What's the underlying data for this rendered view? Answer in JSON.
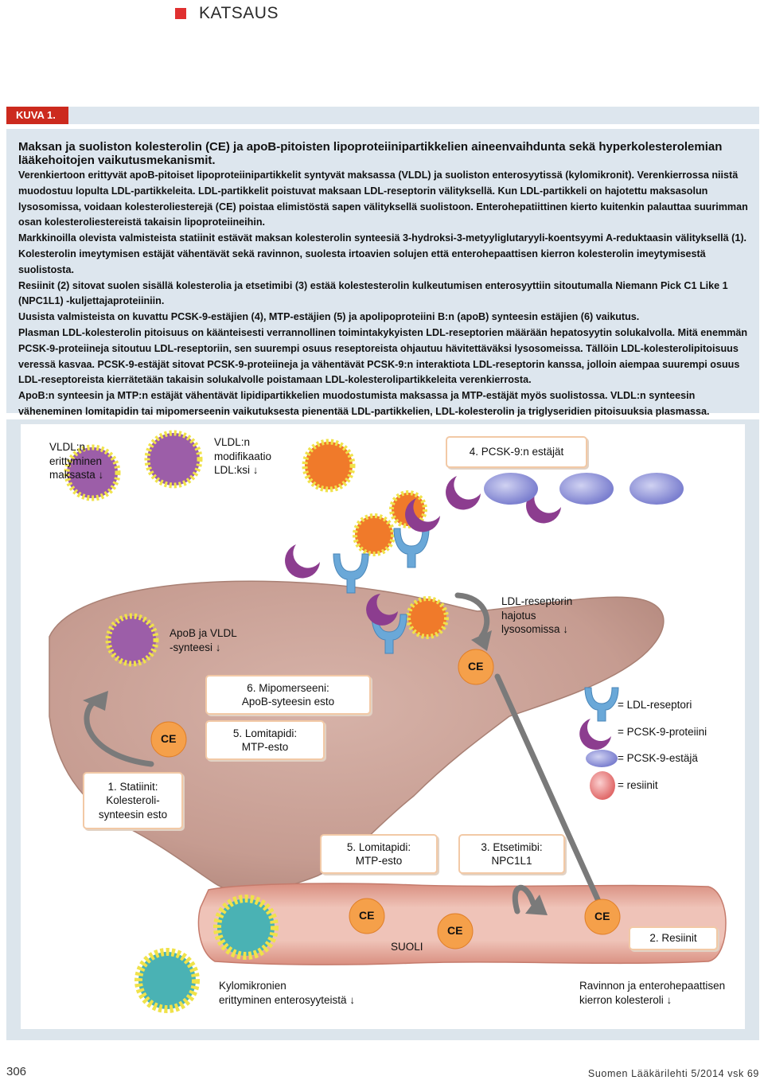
{
  "section": {
    "label": "KATSAUS",
    "color": "#e03030"
  },
  "figure": {
    "tag": "KUVA 1."
  },
  "caption": {
    "title": "Maksan ja suoliston kolesterolin (CE) ja apoB-pitoisten lipoproteiinipartikkelien aineenvaihdunta sekä hyperkolesterolemian lääkehoitojen vaikutusmekanismit.",
    "paragraphs": [
      "Verenkiertoon erittyvät apoB-pitoiset lipoproteiinipartikkelit syntyvät maksassa (VLDL) ja suoliston enterosyytissä (kylomikronit). Verenkierrossa niistä muodostuu lopulta LDL-partikkeleita. LDL-partikkelit poistuvat maksaan LDL-reseptorin välityksellä. Kun LDL-partikkeli on hajotettu maksasolun lysosomissa, voidaan kolesteroliesterejä (CE) poistaa elimistöstä sapen välityksellä suolistoon. Enterohepatiittinen kierto kuitenkin palauttaa suurimman osan kolesteroli­estereistä takaisin lipoproteiineihin.",
      "Markkinoilla olevista valmisteista statiinit estävät maksan kolesterolin synteesiä 3-hydroksi-3-metyyliglutaryyli-koentsyymi A-reduktaasin välityksellä (1).",
      "Kolesterolin imeytymisen estäjät vähentävät sekä ravinnon, suolesta irtoavien solujen että enterohepaattisen kierron kolesterolin imeytymisestä suolistosta.",
      "Resiinit (2) sitovat suolen sisällä kolesterolia ja etsetimibi (3) estää kolestesterolin kulkeutumisen enterosyyttiin sitoutumalla Niemann Pick C1 Like 1 (NPC1L1) -kuljettajaproteiiniin.",
      "Uusista valmisteista on kuvattu PCSK-9-estäjien (4), MTP-estäjien (5) ja apolipoproteiini B:n (apoB) synteesin estäjien (6) vaikutus.",
      "Plasman LDL-kolesterolin pitoisuus on käänteisesti verrannollinen toimintakykyisten LDL-reseptorien määrään hepatosyytin solukalvolla. Mitä enemmän PCSK-9-proteiineja sitoutuu LDL-reseptoriin, sen suurempi osuus reseptoreista ohjautuu hävitettäväksi lysosomeissa. Tällöin LDL-kolesterolipitoisuus veressä kasvaa. PCSK-9-estäjät sitovat PCSK-9-proteiineja ja vähentävät PCSK-9:n interaktiota LDL-reseptorin kanssa, jolloin aiempaa suurempi osuus LDL-reseptoreista kierrätetään takaisin solukalvolle poistamaan LDL-kolesterolipartikkeleita verenkierrosta.",
      "ApoB:n synteesin ja MTP:n estäjät vähentävät lipidipartikkelien muodostumista maksassa ja MTP-estäjät myös suolistossa. VLDL:n synteesin väheneminen lomitapidin tai mipomerseenin vaikutuksesta pienentää LDL-partikkelien, LDL-kolesterolin ja triglyseridien pitoisuuksia plasmassa."
    ]
  },
  "diagram": {
    "labels": {
      "vldl_secretion": [
        "VLDL:n",
        "erittyminen",
        "maksasta ↓"
      ],
      "vldl_modification": [
        "VLDL:n",
        "modifikaatio",
        "LDL:ksi ↓"
      ],
      "apob_synthesis": [
        "ApoB ja VLDL",
        "-synteesi ↓"
      ],
      "ldl_receptor_lysosome": [
        "LDL-reseptorin",
        "hajotus",
        "lysosomissa ↓"
      ],
      "chylomicron_secretion": [
        "Kylomikronien",
        "erittyminen enterosyyteistä ↓"
      ],
      "dietary_cholesterol": [
        "Ravinnon ja enterohepaattisen",
        "kierron kolesteroli ↓"
      ],
      "intestine": "SUOLI"
    },
    "boxes": {
      "pcsk9": "4. PCSK-9:n estäjät",
      "mipomersen": [
        "6. Mipomerseeni:",
        "ApoB-syteesin esto"
      ],
      "lomitapide_liver": [
        "5. Lomitapidi:",
        "MTP-esto"
      ],
      "statins": [
        "1. Statiinit:",
        "Kolesteroli-",
        "synteesin esto"
      ],
      "lomitapide_gut": [
        "5. Lomitapidi:",
        "MTP-esto"
      ],
      "ezetimibe": [
        "3. Etsetimibi:",
        "NPC1L1"
      ],
      "resins": "2. Resiinit"
    },
    "ce": [
      "CE",
      "CE",
      "CE",
      "CE",
      "CE"
    ],
    "legend": [
      {
        "icon": "ldl-receptor-icon",
        "label": "= LDL-reseptori"
      },
      {
        "icon": "pcsk9-protein-icon",
        "label": "= PCSK-9-proteiini"
      },
      {
        "icon": "pcsk9-inhibitor-icon",
        "label": "= PCSK-9-estäjä"
      },
      {
        "icon": "resin-icon",
        "label": "= resiinit"
      }
    ],
    "colors": {
      "liver": "#c69c91",
      "intestine": "#e9b1a4",
      "receptor": "#6aa8d8",
      "pcsk9": "#8c3d8f",
      "inhibitor": "#8d8fd6",
      "resin": "#e58080",
      "particle_yellow": "#f0e24a",
      "particle_purple": "#9c5ea8",
      "particle_orange": "#f07a2a",
      "particle_teal": "#4ab2b4",
      "box_border": "#f2c9a6"
    }
  },
  "footer": {
    "page": "306",
    "journal": "Suomen Lääkärilehti 5/2014 vsk 69"
  }
}
